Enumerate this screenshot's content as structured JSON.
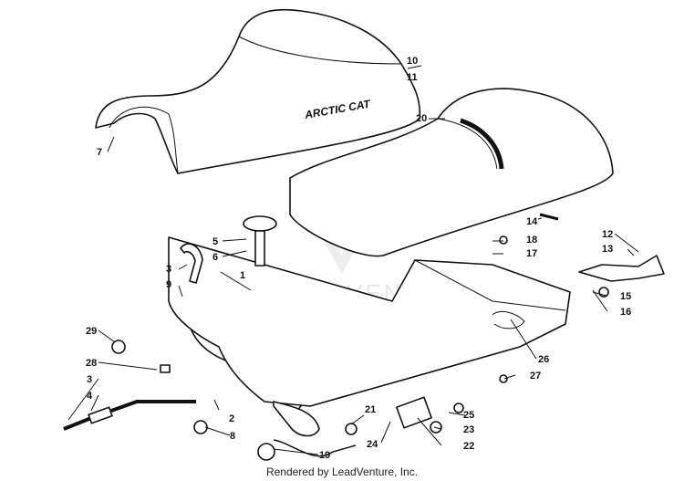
{
  "diagram": {
    "brand_text": "ARCTIC CAT",
    "watermark": "LEADVENTURE",
    "footer": "Rendered by LeadVenture, Inc.",
    "callouts": [
      "1",
      "2",
      "3",
      "3",
      "4",
      "5",
      "6",
      "7",
      "8",
      "9",
      "10",
      "11",
      "12",
      "13",
      "14",
      "15",
      "16",
      "17",
      "18",
      "19",
      "20",
      "21",
      "22",
      "23",
      "24",
      "25",
      "26",
      "27",
      "28",
      "29"
    ]
  }
}
